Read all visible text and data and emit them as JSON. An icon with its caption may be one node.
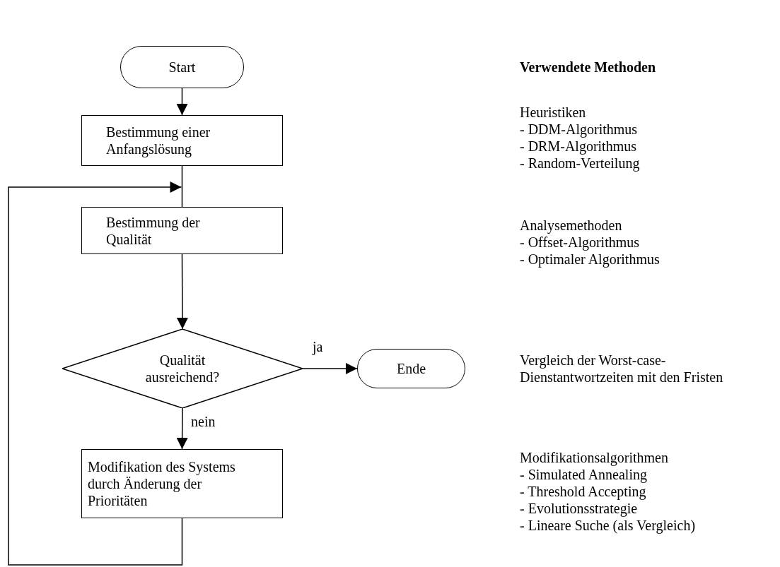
{
  "diagram": {
    "title": "Verwendete Methoden",
    "nodes": [
      {
        "text": [
          "Start"
        ]
      },
      {
        "text": [
          "Bestimmung einer Anfangslösung"
        ]
      },
      {
        "text": [
          "Bestimmung der Qualität"
        ]
      },
      {
        "text": [
          "Qualität ausreichend?"
        ]
      },
      {
        "text": [
          "Ende"
        ]
      },
      {
        "text": [
          "Modifikation des Systems durch Änderung der Prioritäten"
        ]
      }
    ],
    "edges": [
      {
        "from": 0,
        "to": 1,
        "arrow": "to"
      },
      {
        "from": 1,
        "to": 2,
        "arrow": "none"
      },
      {
        "from": 2,
        "to": 3,
        "arrow": "to"
      },
      {
        "from": 3,
        "to": 4,
        "arrow": "to",
        "label": "ja"
      },
      {
        "from": 3,
        "to": 5,
        "arrow": "to",
        "label": "nein"
      },
      {
        "from": 5,
        "to": 2,
        "arrow": "to"
      }
    ],
    "labels": [
      "Heuristiken",
      "- DDM-Algorithmus",
      "- DRM-Algorithmus",
      "- Random-Verteilung",
      "Analysemethoden",
      "- Offset-Algorithmus",
      "- Optimaler Algorithmus",
      "Vergleich der Worst-case- Dienstantwortzeiten mit den Fristen",
      "Modifikationsalgorithmen",
      "- Simulated Annealing",
      "- Threshold Accepting",
      "- Evolutionsstrategie",
      "- Lineare Suche (als Vergleich)"
    ]
  }
}
